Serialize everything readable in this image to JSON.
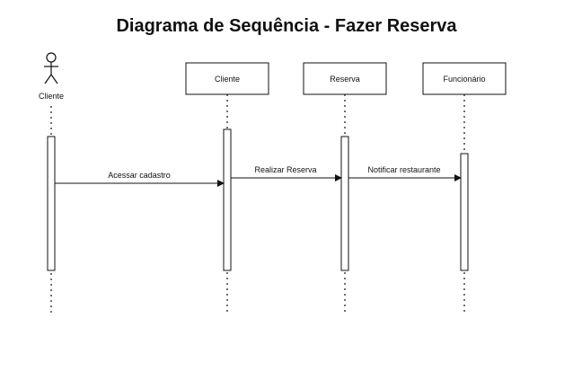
{
  "title": "Diagrama de Sequência - Fazer Reserva",
  "actor": {
    "name": "Cliente",
    "icon": "stick-figure-icon"
  },
  "participants": [
    {
      "id": "cliente",
      "label": "Cliente"
    },
    {
      "id": "reserva",
      "label": "Reserva"
    },
    {
      "id": "funcionario",
      "label": "Funcionário"
    }
  ],
  "messages": [
    {
      "from": "actor",
      "to": "cliente",
      "label": "Acessar cadastro"
    },
    {
      "from": "cliente",
      "to": "reserva",
      "label": "Realizar Reserva"
    },
    {
      "from": "reserva",
      "to": "funcionario",
      "label": "Notificar restaurante"
    }
  ],
  "colors": {
    "line": "#111111",
    "box_fill": "#ffffff"
  }
}
